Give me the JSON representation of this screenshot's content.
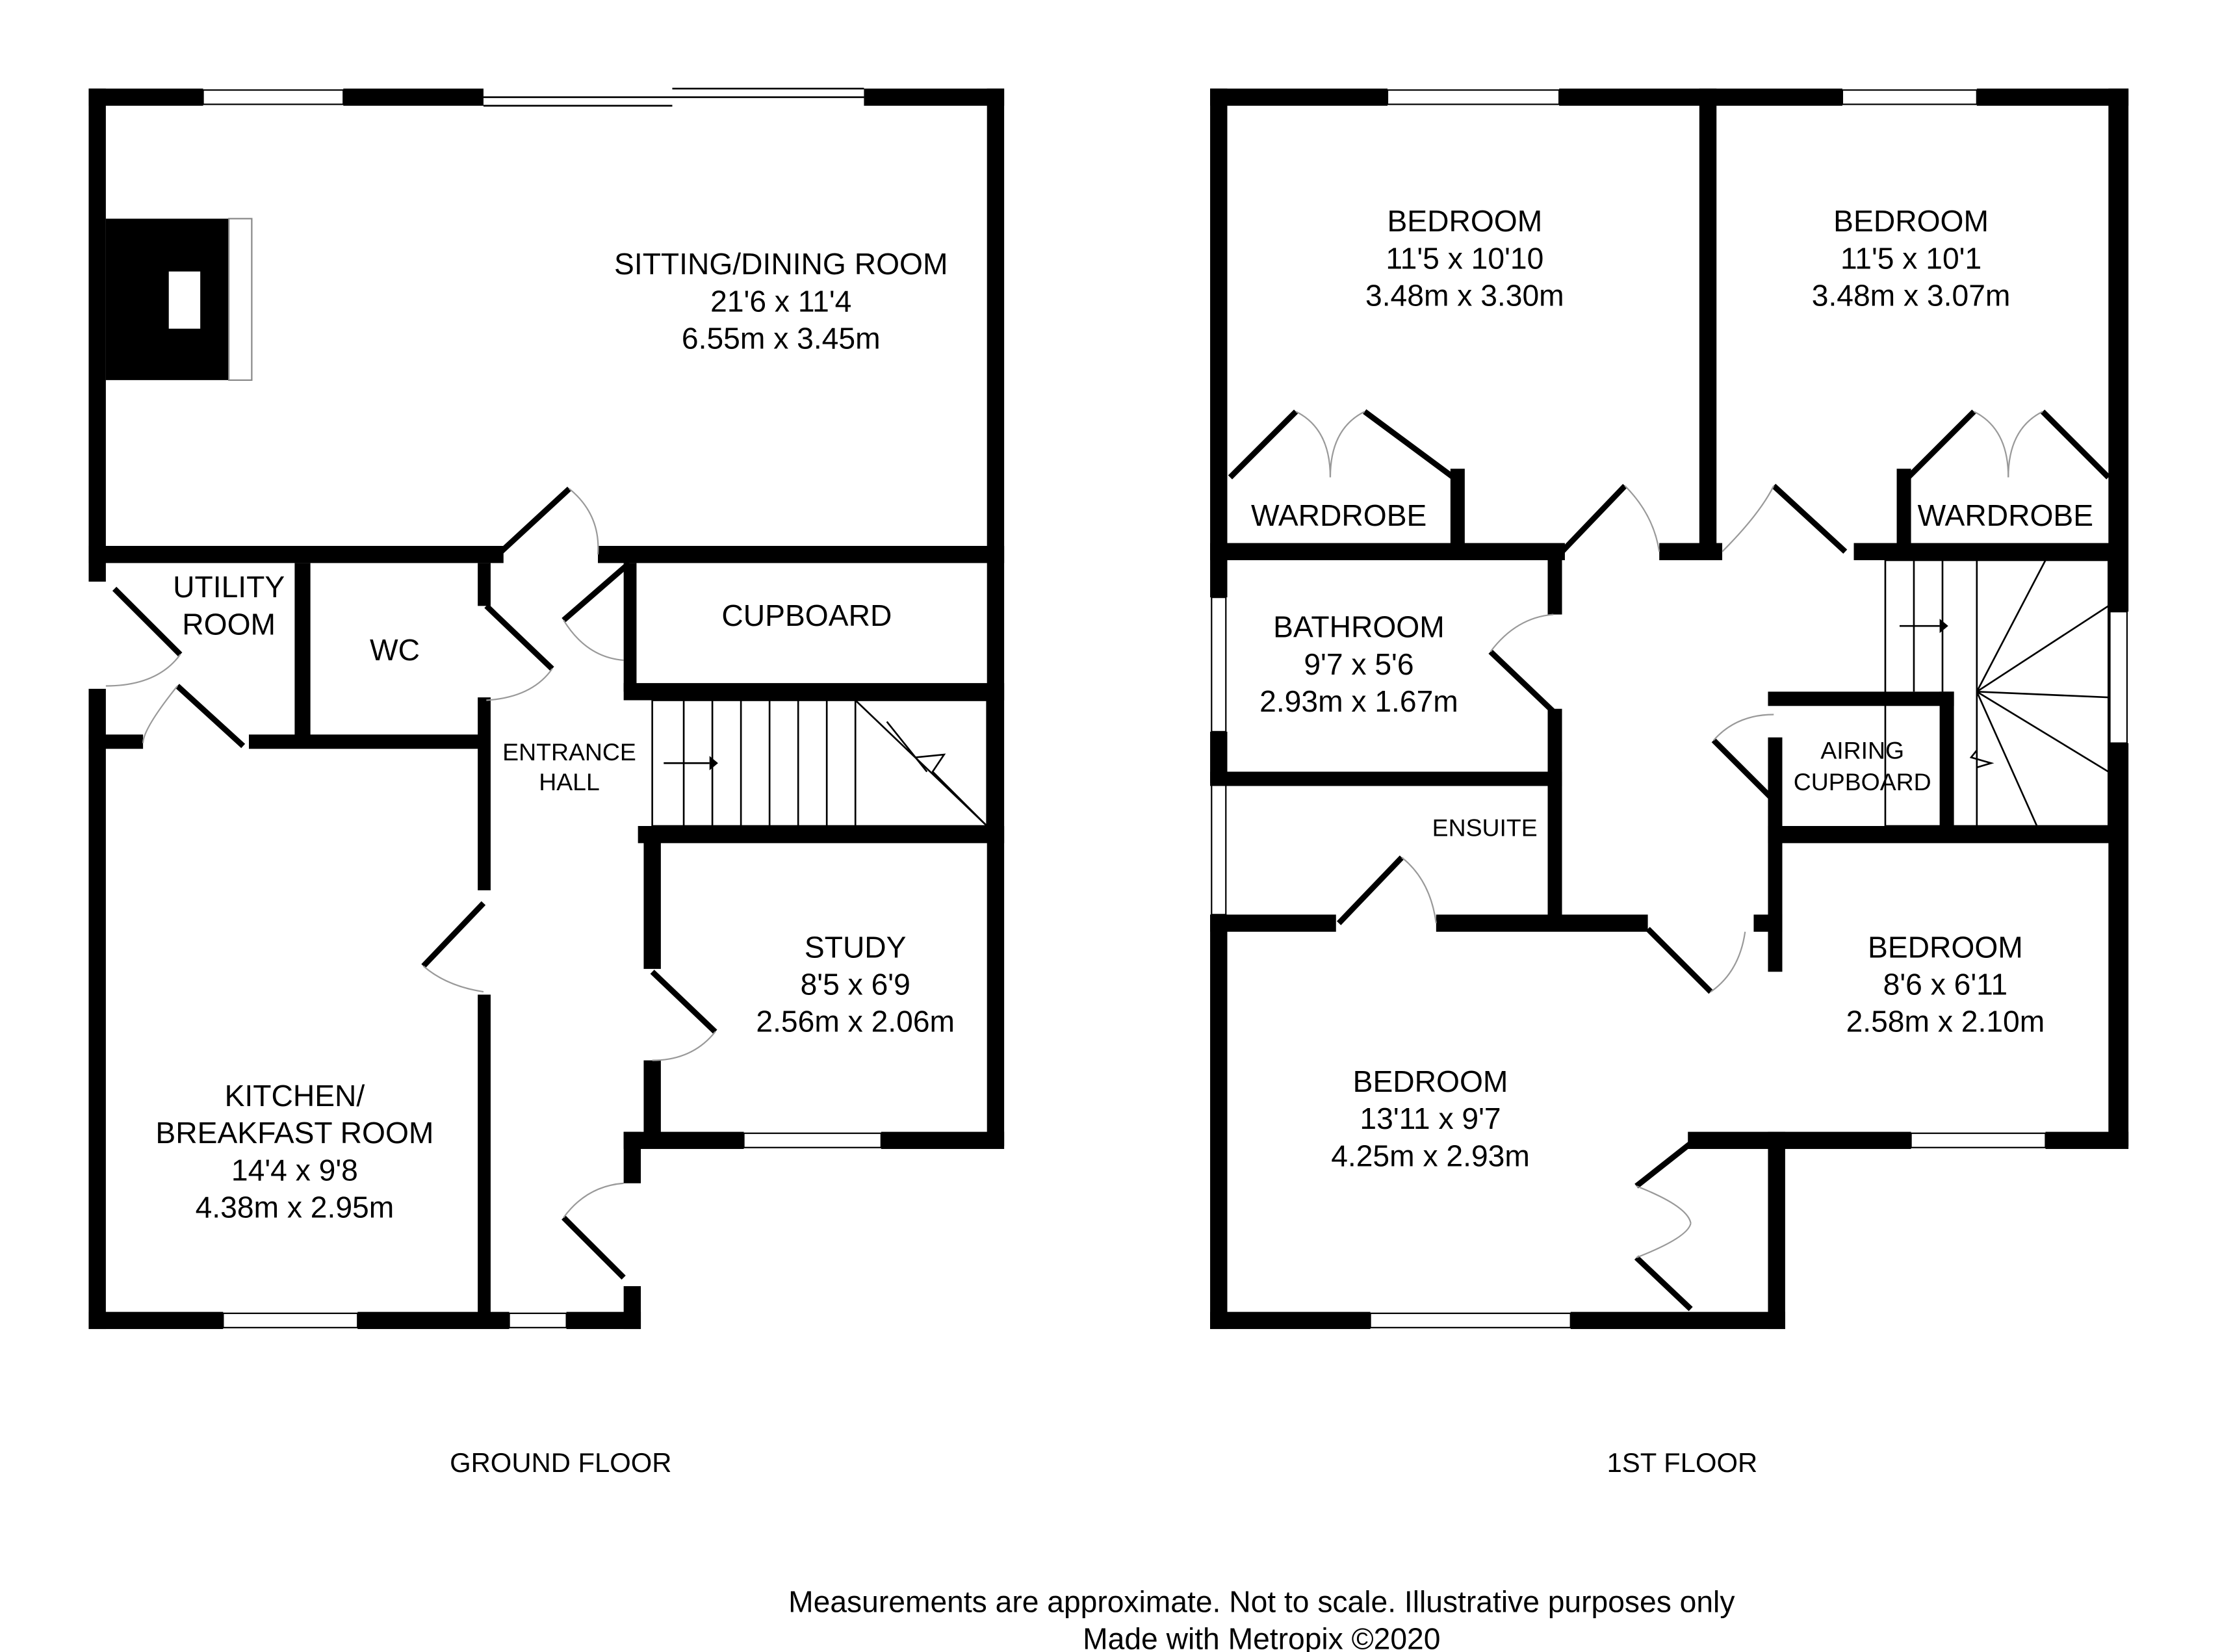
{
  "ground_floor": {
    "label": "GROUND FLOOR",
    "rooms": {
      "sitting": {
        "name": "SITTING/DINING ROOM",
        "imperial": "21'6 x 11'4",
        "metric": "6.55m x 3.45m"
      },
      "utility": {
        "line1": "UTILITY",
        "line2": "ROOM"
      },
      "wc": {
        "name": "WC"
      },
      "cupboard": {
        "name": "CUPBOARD"
      },
      "hall": {
        "line1": "ENTRANCE",
        "line2": "HALL"
      },
      "study": {
        "name": "STUDY",
        "imperial": "8'5 x 6'9",
        "metric": "2.56m x 2.06m"
      },
      "kitchen": {
        "line1": "KITCHEN/",
        "line2": "BREAKFAST ROOM",
        "imperial": "14'4 x 9'8",
        "metric": "4.38m x 2.95m"
      }
    }
  },
  "first_floor": {
    "label": "1ST FLOOR",
    "rooms": {
      "bed1": {
        "name": "BEDROOM",
        "imperial": "11'5 x 10'10",
        "metric": "3.48m x 3.30m"
      },
      "bed2": {
        "name": "BEDROOM",
        "imperial": "11'5 x 10'1",
        "metric": "3.48m x 3.07m"
      },
      "wardrobe1": {
        "name": "WARDROBE"
      },
      "wardrobe2": {
        "name": "WARDROBE"
      },
      "bathroom": {
        "name": "BATHROOM",
        "imperial": "9'7 x 5'6",
        "metric": "2.93m x 1.67m"
      },
      "ensuite": {
        "name": "ENSUITE"
      },
      "airing": {
        "line1": "AIRING",
        "line2": "CUPBOARD"
      },
      "bed3": {
        "name": "BEDROOM",
        "imperial": "8'6 x 6'11",
        "metric": "2.58m x 2.10m"
      },
      "bed4": {
        "name": "BEDROOM",
        "imperial": "13'11 x 9'7",
        "metric": "4.25m x 2.93m"
      }
    }
  },
  "footer": {
    "disclaimer": "Measurements are approximate.  Not to scale.  Illustrative purposes only",
    "credit": "Made with Metropix ©2020"
  },
  "colors": {
    "wall": "#000000",
    "background": "#ffffff",
    "door_arc": "#999999"
  }
}
